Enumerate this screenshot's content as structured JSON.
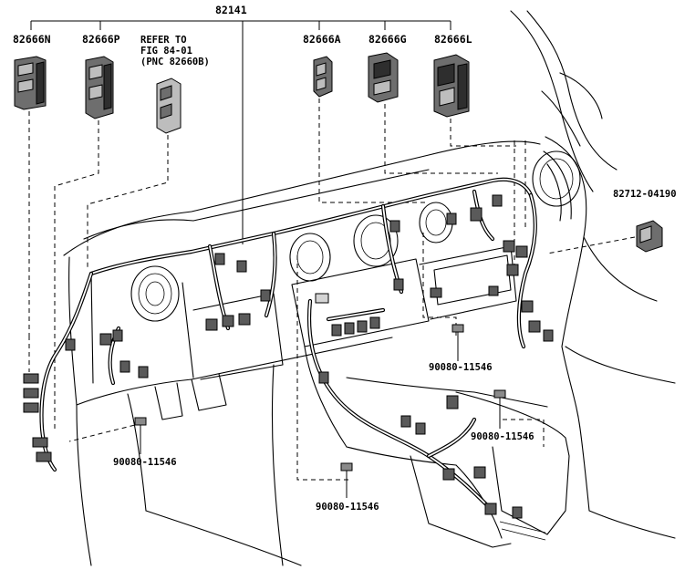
{
  "labels": {
    "main_harness": "82141",
    "part_n": "82666N",
    "part_p": "82666P",
    "refer_line1": "REFER TO",
    "refer_line2": "FIG 84-01",
    "refer_line3": "(PNC 82660B)",
    "part_a": "82666A",
    "part_g": "82666G",
    "part_l": "82666L",
    "relay": "82712-04190",
    "bolt_1": "90080-11546",
    "bolt_2": "90080-11546",
    "bolt_3": "90080-11546",
    "bolt_4": "90080-11546"
  },
  "icons": {
    "connector_block": "connector-block-icon",
    "bolt": "bolt-icon",
    "relay": "relay-icon"
  }
}
